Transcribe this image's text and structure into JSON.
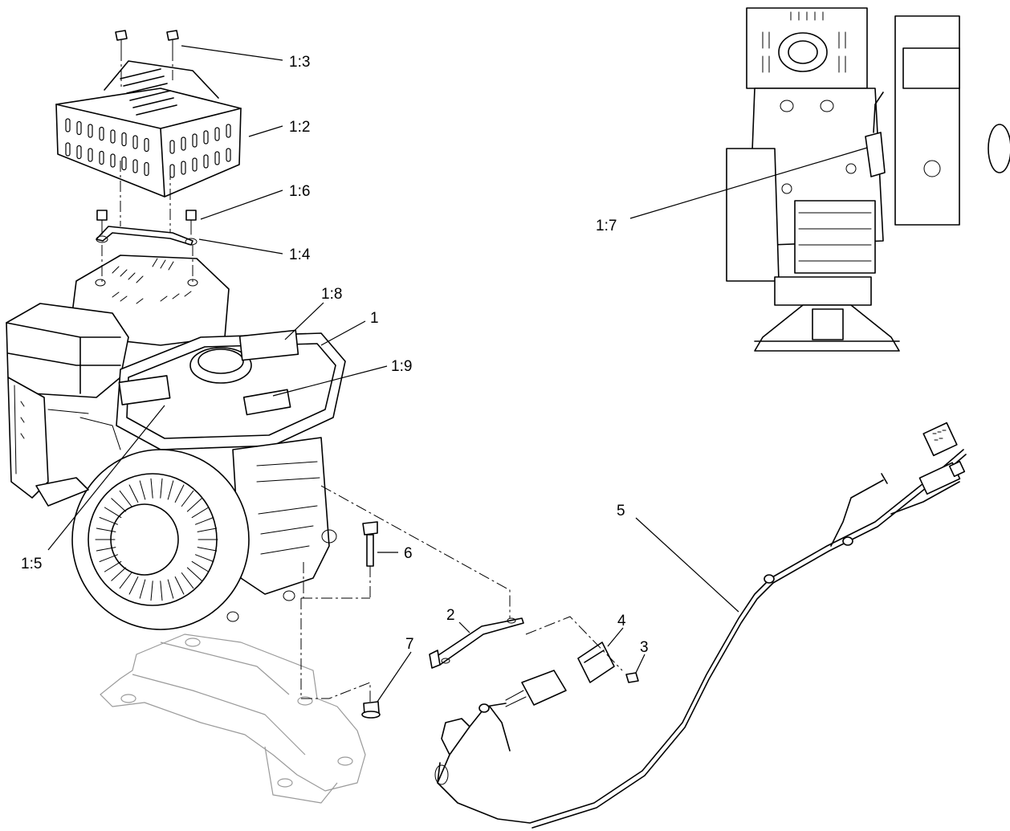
{
  "callouts": [
    {
      "id": "1:3",
      "text": "1:3",
      "part": "cover-screw"
    },
    {
      "id": "1:2",
      "text": "1:2",
      "part": "muffler-guard"
    },
    {
      "id": "1:6",
      "text": "1:6",
      "part": "bracket-bolt"
    },
    {
      "id": "1:4",
      "text": "1:4",
      "part": "guard-bracket"
    },
    {
      "id": "1:8",
      "text": "1:8",
      "part": "decal-top"
    },
    {
      "id": "1",
      "text": "1",
      "part": "engine"
    },
    {
      "id": "1:9",
      "text": "1:9",
      "part": "decal-side"
    },
    {
      "id": "1:5",
      "text": "1:5",
      "part": "decal-front"
    },
    {
      "id": "1:7",
      "text": "1:7",
      "part": "spark-plug"
    },
    {
      "id": "6",
      "text": "6",
      "part": "mounting-bolt"
    },
    {
      "id": "5",
      "text": "5",
      "part": "wire-harness"
    },
    {
      "id": "2",
      "text": "2",
      "part": "harness-bracket"
    },
    {
      "id": "4",
      "text": "4",
      "part": "connector-clip"
    },
    {
      "id": "3",
      "text": "3",
      "part": "clip-screw"
    },
    {
      "id": "7",
      "text": "7",
      "part": "flange-nut"
    }
  ]
}
